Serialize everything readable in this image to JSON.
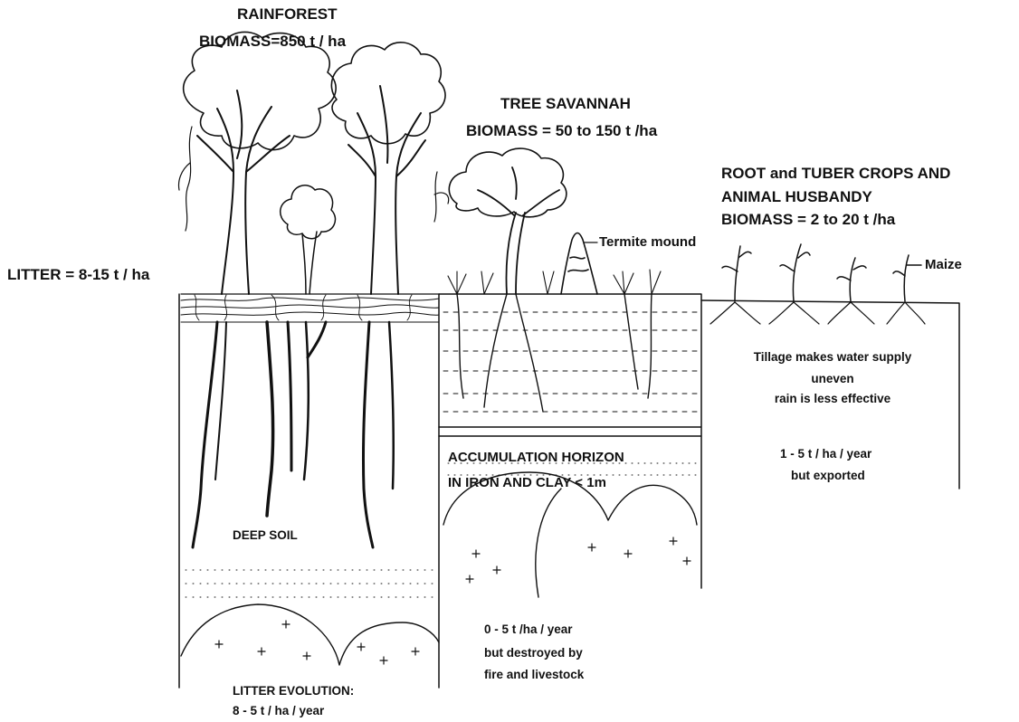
{
  "rainforest": {
    "title": "RAINFOREST",
    "biomass": "BIOMASS=850 t / ha",
    "litter": "LITTER  =  8-15 t /  ha",
    "soil_label": "DEEP SOIL",
    "litter_evolution_title": "LITTER EVOLUTION:",
    "litter_evolution_value": "8 - 5 t / ha / year"
  },
  "savannah": {
    "title": "TREE SAVANNAH",
    "biomass": "BIOMASS   = 50 to 150 t /ha",
    "termite_label": "Termite mound",
    "horizon_line1": "ACCUMULATION HORIZON",
    "horizon_line2": "IN IRON AND CLAY < 1m",
    "rate_line1": "0 - 5 t /ha / year",
    "rate_line2": "but destroyed by",
    "rate_line3": "fire and  livestock"
  },
  "crops": {
    "title_line1": "ROOT and  TUBER CROPS AND",
    "title_line2": "ANIMAL HUSBANDY",
    "biomass": "BIOMASS = 2 to 20 t /ha",
    "maize_label": "Maize",
    "tillage_line1": "Tillage makes water supply",
    "tillage_line2": "uneven",
    "tillage_line3": "rain is less effective",
    "rate_line1": "1 - 5 t / ha / year",
    "rate_line2": "but exported"
  }
}
